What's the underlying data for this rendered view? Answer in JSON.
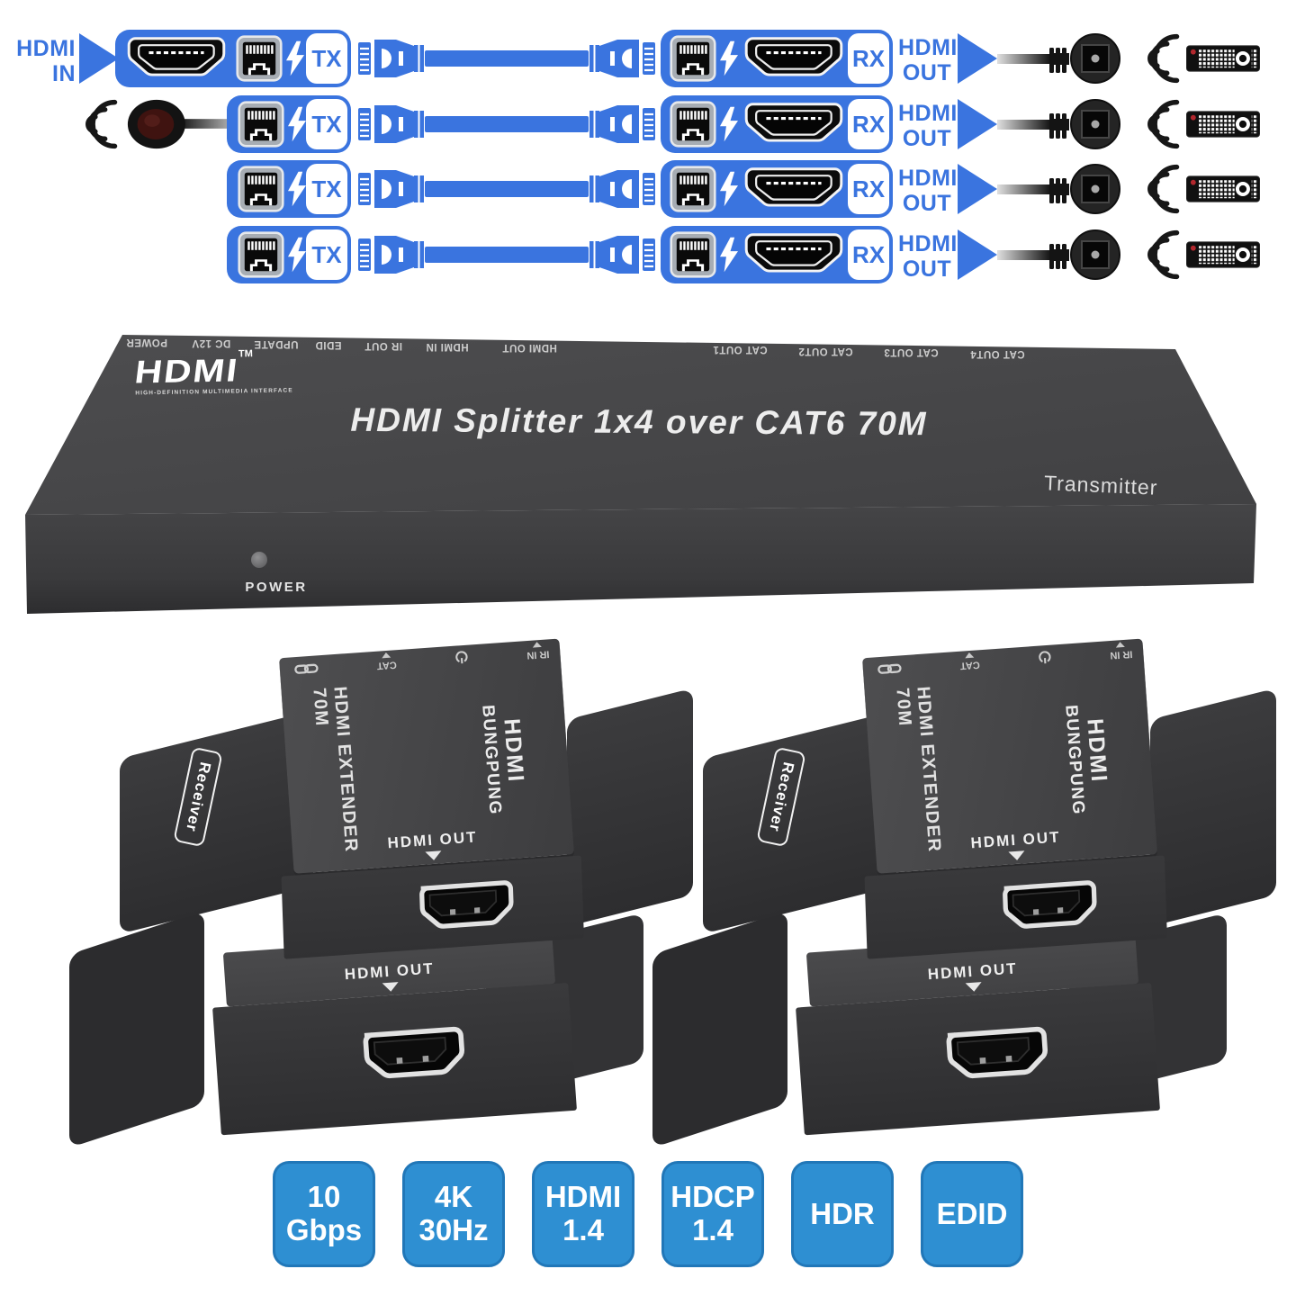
{
  "colors": {
    "diagram_blue": "#3a74df",
    "badge_blue": "#2e8fd2",
    "badge_edge": "#2177b8",
    "device_gray": "#424244"
  },
  "diagram": {
    "hdmi_in_lines": [
      "HDMI",
      "IN"
    ],
    "hdmi_out_lines": [
      "HDMI",
      "OUT"
    ],
    "tx_label": "TX",
    "rx_label": "RX",
    "rows": 4,
    "icons": {
      "rj45": "ethernet-port-icon",
      "hdmi": "hdmi-port-icon",
      "bolt": "lightning-bolt-icon",
      "cable": "cat6-cable-icon",
      "ir_receiver": "ir-receiver-eye-icon",
      "ir_emitter": "ir-emitter-icon",
      "ir_waves": "ir-signal-waves-icon",
      "remote": "remote-control-icon"
    }
  },
  "transmitter": {
    "rear_ports": [
      "POWER",
      "DC 12V",
      "UPDATE",
      "EDID",
      "IR OUT",
      "HDMI IN",
      "HDMI OUT",
      "CAT OUT1",
      "CAT OUT2",
      "CAT OUT3",
      "CAT OUT4"
    ],
    "hdmi_logo": "HDMI",
    "hdmi_logo_tm": "TM",
    "hdmi_logo_sub": "HIGH-DEFINITION MULTIMEDIA INTERFACE",
    "title": "HDMI Splitter 1x4 over CAT6 70M",
    "role_label": "Transmitter",
    "power_label": "POWER"
  },
  "receiver": {
    "role_label": "Receiver",
    "model_label": "HDMI EXTENDER 70M",
    "brand_logo": "HDMI",
    "brand_name": "BUNGPUNG",
    "hdmi_out_label": "HDMI OUT",
    "port_labels": {
      "cat": "CAT",
      "ir_in": "IR IN"
    },
    "port_icons": [
      "link-icon",
      "power-icon"
    ]
  },
  "badges": [
    {
      "lines": [
        "10",
        "Gbps"
      ]
    },
    {
      "lines": [
        "4K",
        "30Hz"
      ]
    },
    {
      "lines": [
        "HDMI",
        "1.4"
      ]
    },
    {
      "lines": [
        "HDCP",
        "1.4"
      ]
    },
    {
      "lines": [
        "HDR",
        ""
      ]
    },
    {
      "lines": [
        "EDID",
        ""
      ]
    }
  ]
}
